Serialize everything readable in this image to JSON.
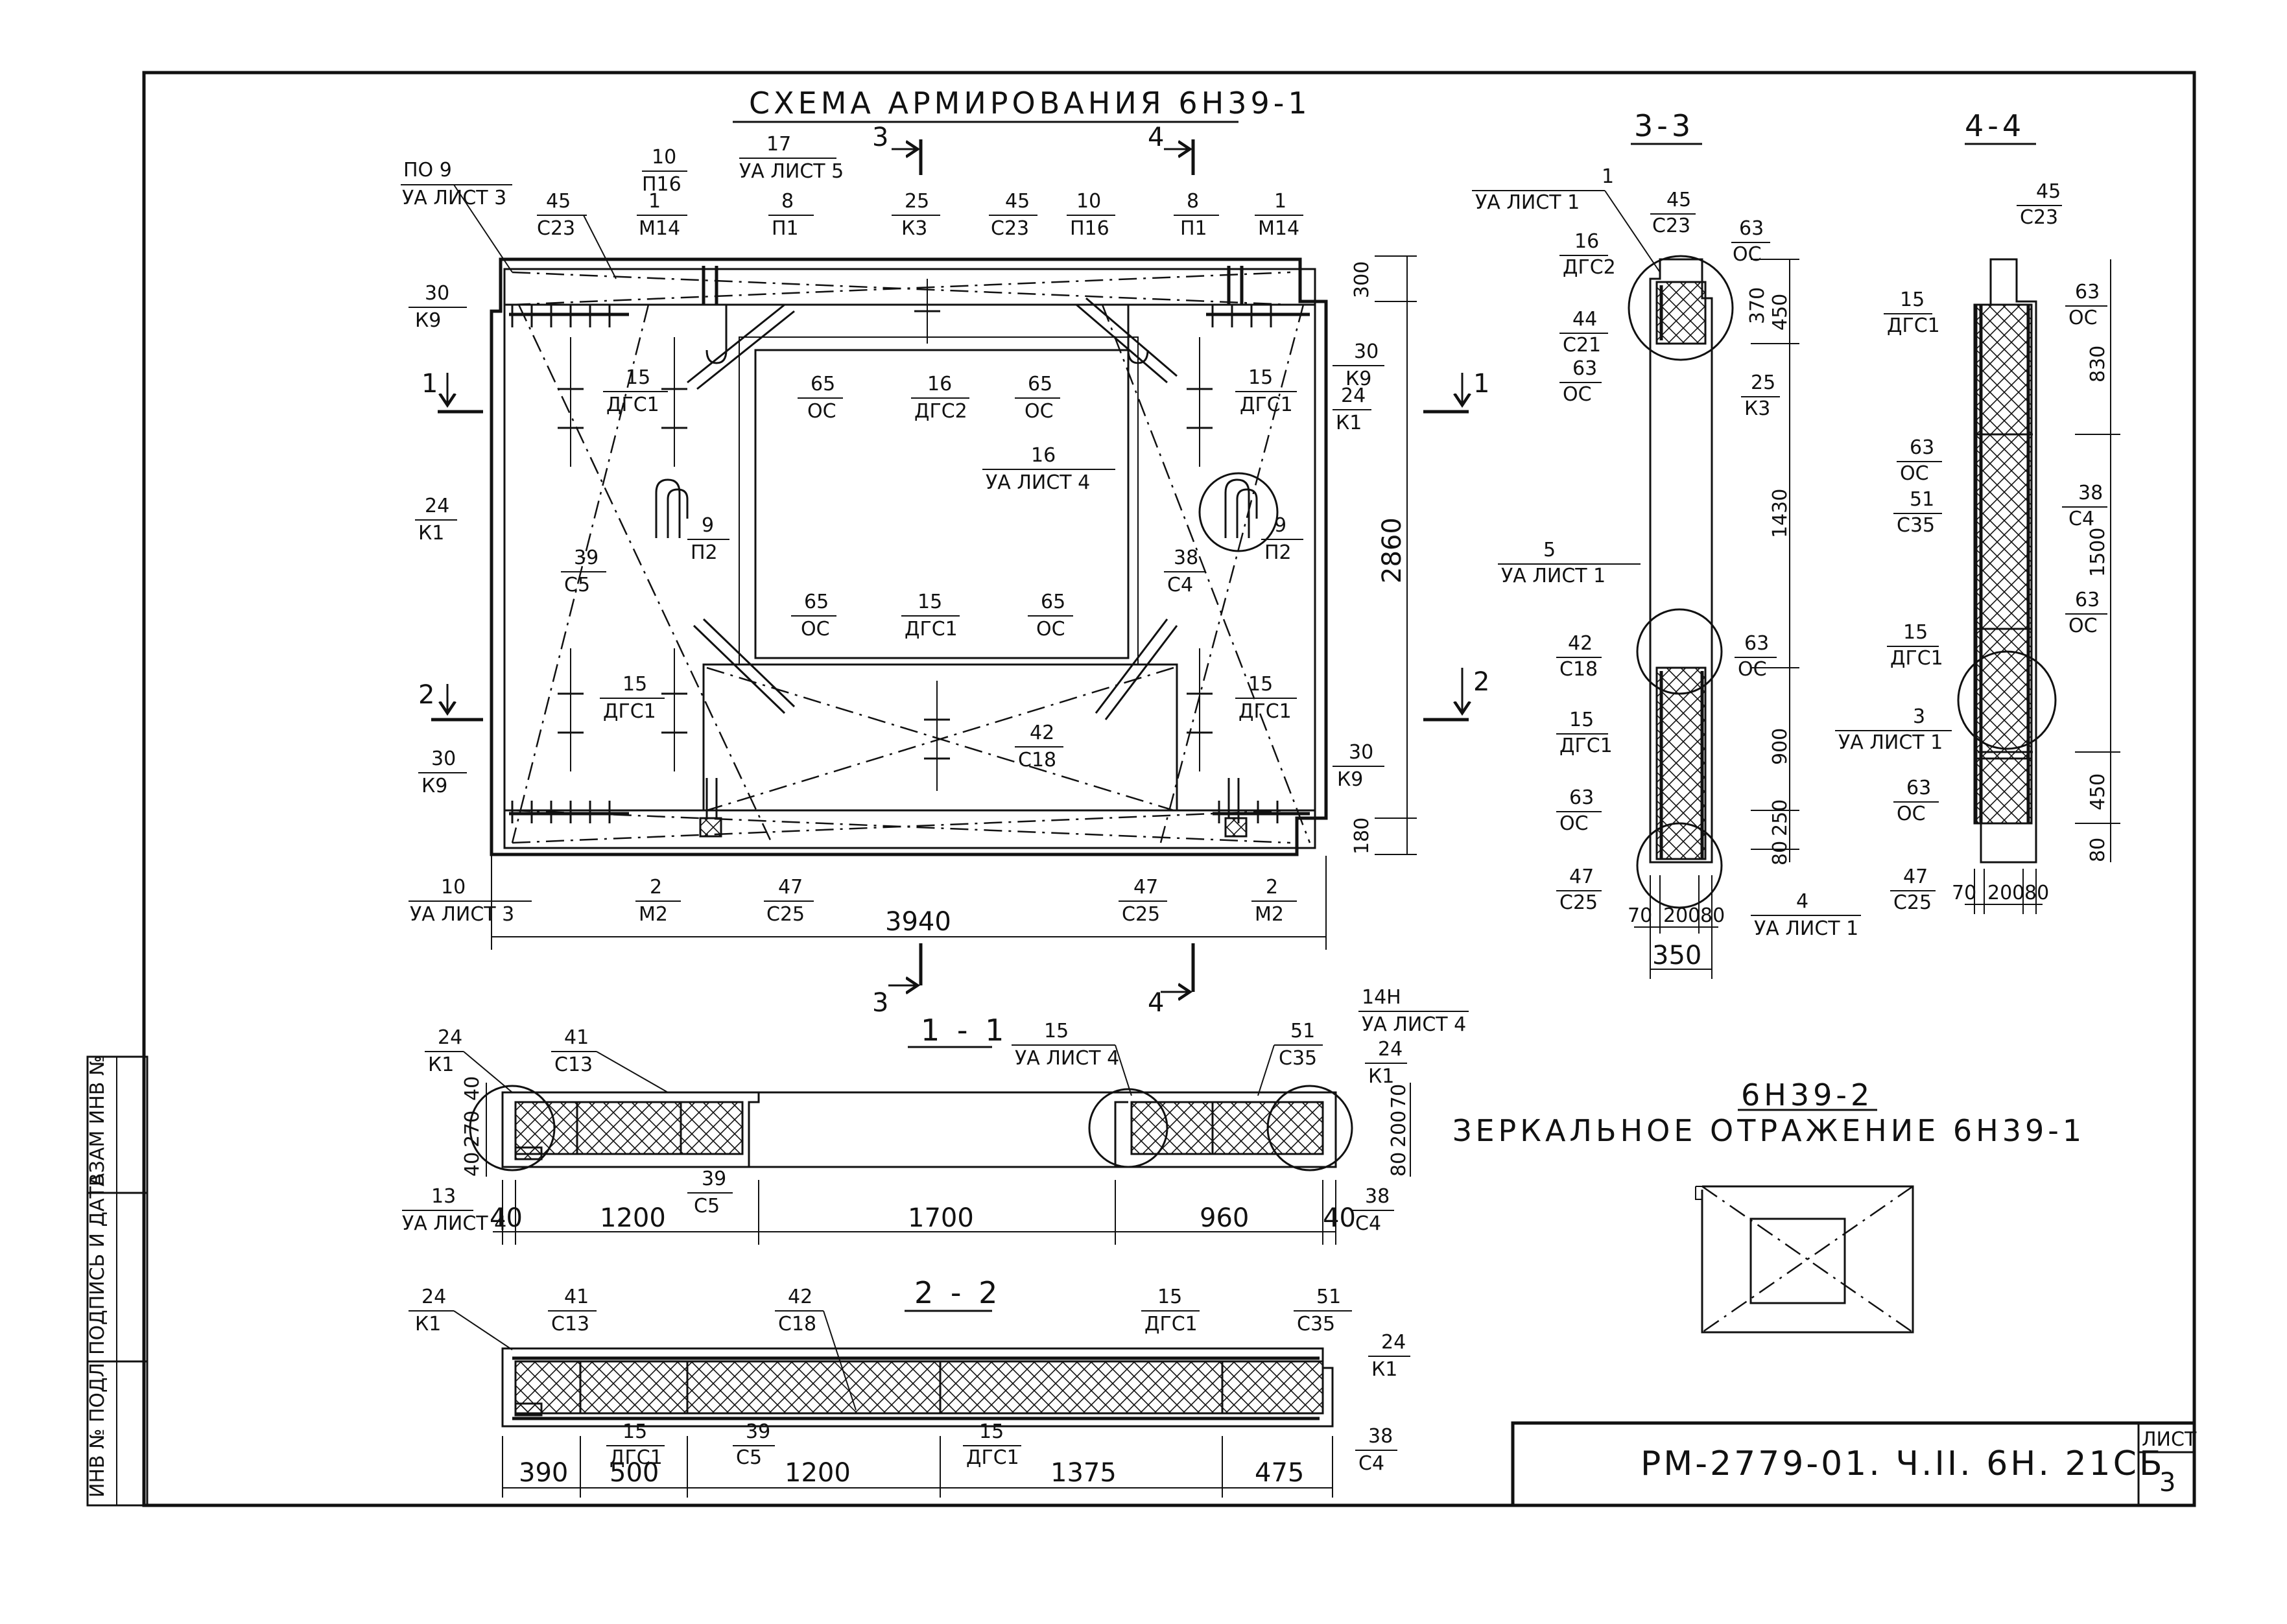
{
  "plan": {
    "title": "СХЕМА АРМИРОВАНИЯ 6Н39-1",
    "labels": [
      {
        "n": "ПО 9",
        "s": "УА ЛИСТ 3"
      },
      {
        "n": "45",
        "s": "С23"
      },
      {
        "n": "1",
        "s": "М14"
      },
      {
        "n": "10",
        "s": "П16"
      },
      {
        "n": "17",
        "s": "УА ЛИСТ 5"
      },
      {
        "n": "8",
        "s": "П1"
      },
      {
        "n": "25",
        "s": "К3"
      },
      {
        "n": "45",
        "s": "С23"
      },
      {
        "n": "10",
        "s": "П16"
      },
      {
        "n": "8",
        "s": "П1"
      },
      {
        "n": "1",
        "s": "М14"
      },
      {
        "n": "30",
        "s": "К9"
      },
      {
        "n": "15",
        "s": "ДГС1"
      },
      {
        "n": "65",
        "s": "ОС"
      },
      {
        "n": "16",
        "s": "ДГС2"
      },
      {
        "n": "65",
        "s": "ОС"
      },
      {
        "n": "15",
        "s": "ДГС1"
      },
      {
        "n": "30",
        "s": "К9"
      },
      {
        "n": "24",
        "s": "К1"
      },
      {
        "n": "16",
        "s": "УА ЛИСТ 4"
      },
      {
        "n": "24",
        "s": "К1"
      },
      {
        "n": "9",
        "s": "П2"
      },
      {
        "n": "39",
        "s": "С5"
      },
      {
        "n": "9",
        "s": "П2"
      },
      {
        "n": "38",
        "s": "С4"
      },
      {
        "n": "65",
        "s": "ОС"
      },
      {
        "n": "15",
        "s": "ДГС1"
      },
      {
        "n": "65",
        "s": "ОС"
      },
      {
        "n": "15",
        "s": "ДГС1"
      },
      {
        "n": "15",
        "s": "ДГС1"
      },
      {
        "n": "42",
        "s": "С18"
      },
      {
        "n": "30",
        "s": "К9"
      },
      {
        "n": "30",
        "s": "К9"
      },
      {
        "n": "10",
        "s": "УА ЛИСТ 3"
      },
      {
        "n": "2",
        "s": "М2"
      },
      {
        "n": "47",
        "s": "С25"
      },
      {
        "n": "47",
        "s": "С25"
      },
      {
        "n": "2",
        "s": "М2"
      }
    ],
    "dims": {
      "width": "3940",
      "height": "2860",
      "top": "300",
      "bottom": "180"
    },
    "cuts": {
      "c1": "1",
      "c2": "2",
      "c3": "3",
      "c4": "4"
    }
  },
  "sec11": {
    "title": "1 - 1",
    "labels": [
      {
        "n": "24",
        "s": "К1"
      },
      {
        "n": "41",
        "s": "С13"
      },
      {
        "n": "15",
        "s": "УА ЛИСТ 4"
      },
      {
        "n": "51",
        "s": "С35"
      },
      {
        "n": "14Н",
        "s": "УА ЛИСТ 4"
      },
      {
        "n": "24",
        "s": "К1"
      },
      {
        "n": "13",
        "s": "УА ЛИСТ 4"
      },
      {
        "n": "39",
        "s": "С5"
      },
      {
        "n": "38",
        "s": "С4"
      }
    ],
    "dims": [
      "40",
      "1200",
      "1700",
      "960",
      "40"
    ],
    "vdimsL": [
      "40",
      "270",
      "40"
    ],
    "vdimsR": [
      "70",
      "200",
      "80"
    ]
  },
  "sec22": {
    "title": "2 - 2",
    "labels": [
      {
        "n": "24",
        "s": "К1"
      },
      {
        "n": "41",
        "s": "С13"
      },
      {
        "n": "42",
        "s": "С18"
      },
      {
        "n": "15",
        "s": "ДГС1"
      },
      {
        "n": "51",
        "s": "С35"
      },
      {
        "n": "24",
        "s": "К1"
      },
      {
        "n": "15",
        "s": "ДГС1"
      },
      {
        "n": "39",
        "s": "С5"
      },
      {
        "n": "15",
        "s": "ДГС1"
      },
      {
        "n": "38",
        "s": "С4"
      }
    ],
    "dims": [
      "390",
      "500",
      "1200",
      "1375",
      "475"
    ]
  },
  "sec33": {
    "title": "3-3",
    "labels": [
      {
        "n": "1",
        "s": "УА ЛИСТ 1"
      },
      {
        "n": "45",
        "s": "С23"
      },
      {
        "n": "16",
        "s": "ДГС2"
      },
      {
        "n": "63",
        "s": "ОС"
      },
      {
        "n": "44",
        "s": "С21"
      },
      {
        "n": "63",
        "s": "ОС"
      },
      {
        "n": "25",
        "s": "К3"
      },
      {
        "n": "5",
        "s": "УА ЛИСТ 1"
      },
      {
        "n": "42",
        "s": "С18"
      },
      {
        "n": "63",
        "s": "ОС"
      },
      {
        "n": "15",
        "s": "ДГС1"
      },
      {
        "n": "63",
        "s": "ОС"
      },
      {
        "n": "47",
        "s": "С25"
      },
      {
        "n": "4",
        "s": "УА ЛИСТ 1"
      }
    ],
    "vdims": [
      "370",
      "450",
      "1430",
      "900",
      "250",
      "80"
    ],
    "hdims": [
      "70",
      "200",
      "80"
    ],
    "total": "350"
  },
  "sec44": {
    "title": "4-4",
    "labels": [
      {
        "n": "45",
        "s": "С23"
      },
      {
        "n": "15",
        "s": "ДГС1"
      },
      {
        "n": "63",
        "s": "ОС"
      },
      {
        "n": "63",
        "s": "ОС"
      },
      {
        "n": "51",
        "s": "С35"
      },
      {
        "n": "38",
        "s": "С4"
      },
      {
        "n": "15",
        "s": "ДГС1"
      },
      {
        "n": "63",
        "s": "ОС"
      },
      {
        "n": "3",
        "s": "УА ЛИСТ 1"
      },
      {
        "n": "63",
        "s": "ОС"
      },
      {
        "n": "47",
        "s": "С25"
      }
    ],
    "vdims": [
      "830",
      "1500",
      "450",
      "80"
    ],
    "hdims": [
      "70",
      "200",
      "80"
    ]
  },
  "mirror": {
    "title": "6Н39-2",
    "subtitle": "ЗЕРКАЛЬНОЕ ОТРАЖЕНИЕ 6Н39-1"
  },
  "stamp": {
    "code": "РМ-2779-01. Ч.II. 6Н. 21СБ",
    "sheet_label": "ЛИСТ",
    "sheet_no": "3",
    "side_labels": [
      "ИНВ № ПОДЛ",
      "ПОДПИСЬ И ДАТА",
      "ВЗАМ ИНВ №"
    ]
  }
}
